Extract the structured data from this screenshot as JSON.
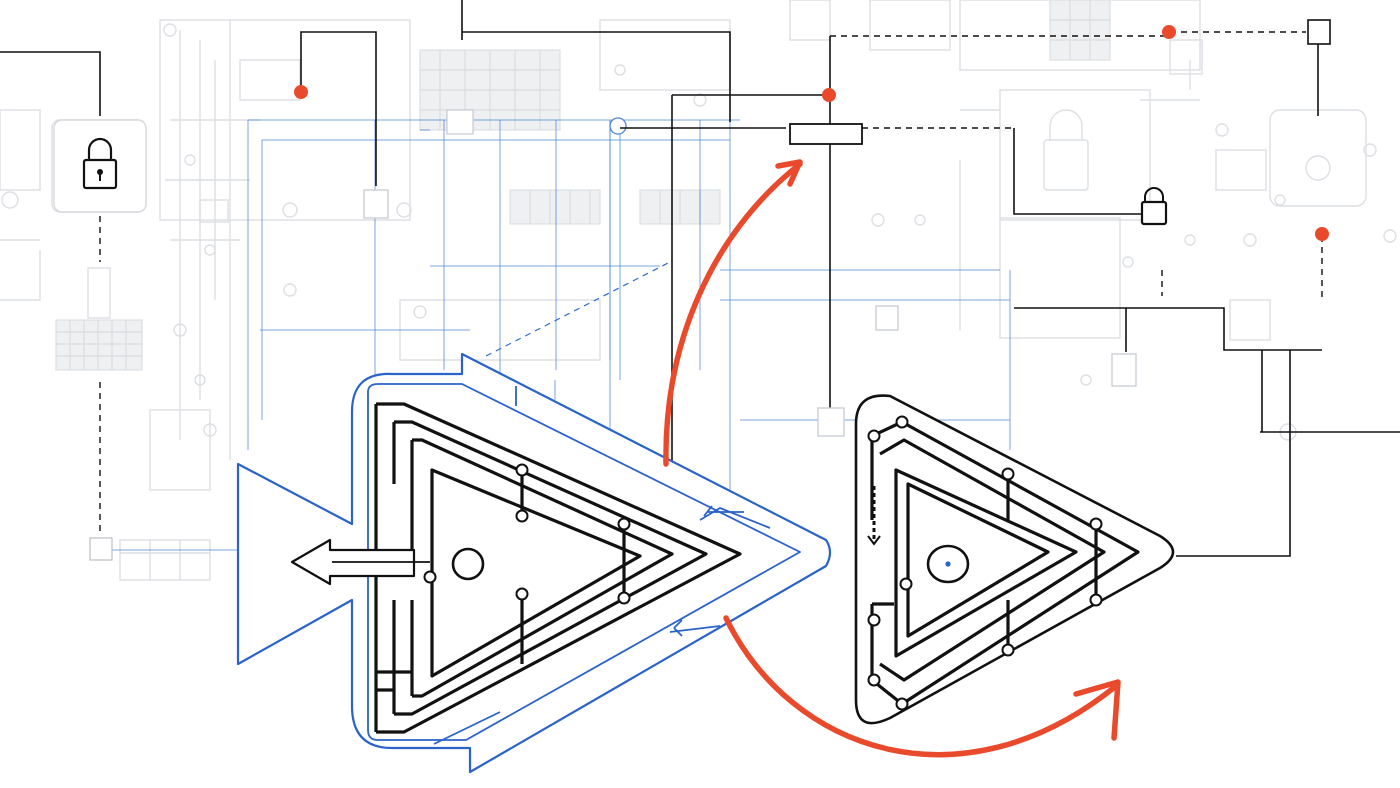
{
  "diagram": {
    "background": "#ffffff",
    "colors": {
      "accent_red": "#ea4a2c",
      "blue": "#2a63c9",
      "ink": "#111111",
      "faint": "#dcdfe3"
    },
    "icons": [
      "lock-icon",
      "padlock-icon",
      "faint-lock-icon"
    ],
    "shapes": [
      "blue-triangle-maze",
      "black-triangle-maze"
    ],
    "arrows": [
      "red-curved-arrow-up",
      "red-curved-arrow-down"
    ]
  }
}
